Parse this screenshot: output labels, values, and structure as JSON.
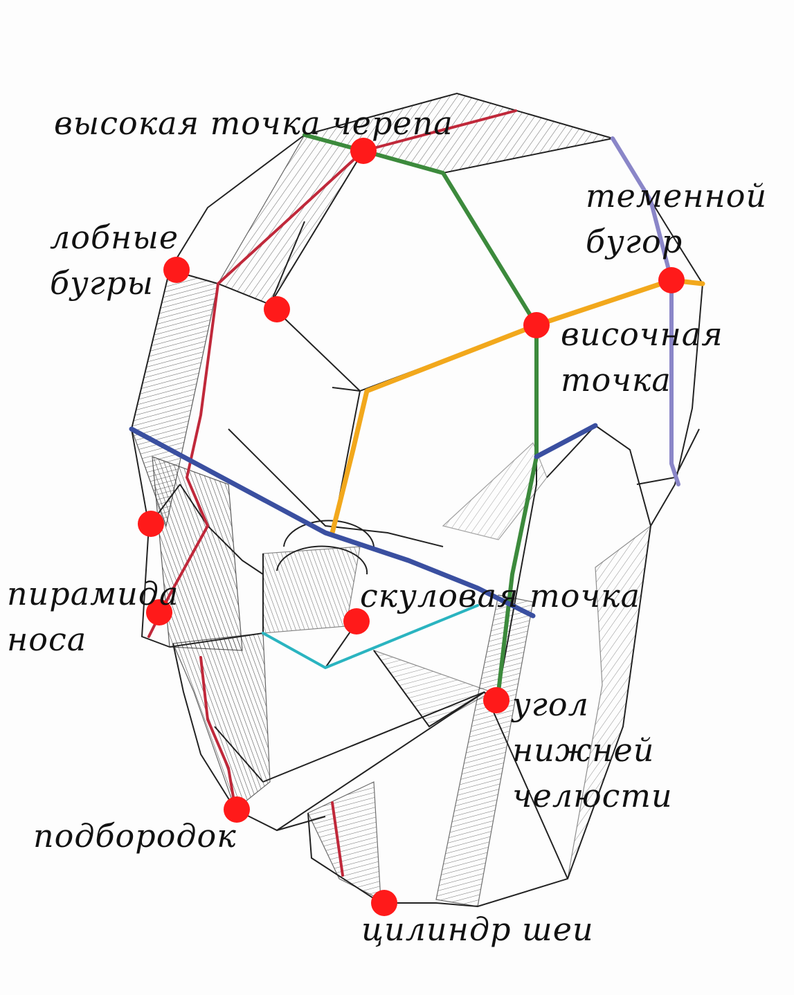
{
  "labels": {
    "skull_top": "высокая точка черепа",
    "frontal_1": "лобные",
    "frontal_2": "бугры",
    "parietal_1": "теменной",
    "parietal_2": "бугор",
    "temporal_1": "височная",
    "temporal_2": "точка",
    "nose_1": "пирамида",
    "nose_2": "носа",
    "zygomatic": "скуловая точка",
    "jaw_1": "угол",
    "jaw_2": "нижней",
    "jaw_3": "челюсти",
    "chin": "подбородок",
    "neck": "цилиндр шеи"
  },
  "colors": {
    "marker": "#ff1a1a",
    "line_red": "#c0283a",
    "line_green": "#3c8a3c",
    "line_orange": "#f2a81c",
    "line_blue": "#3a4fa0",
    "line_lavender": "#8a86c8",
    "line_cyan": "#2ab4c0",
    "sketch": "#222222"
  }
}
